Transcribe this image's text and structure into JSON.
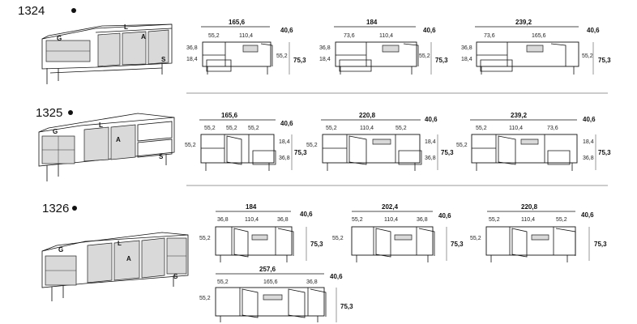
{
  "sections": [
    {
      "code": "1324",
      "perspective_labels": [
        "G",
        "L",
        "A",
        "S"
      ],
      "variants": [
        {
          "width": "165,6",
          "depth": "40,6",
          "top": [
            "55,2",
            "110,4"
          ],
          "left": [
            "36,8",
            "18,4"
          ],
          "right": "55,2",
          "height": "75,3"
        },
        {
          "width": "184",
          "depth": "40,6",
          "top": [
            "73,6",
            "110,4"
          ],
          "left": [
            "36,8",
            "18,4"
          ],
          "right": "55,2",
          "height": "75,3"
        },
        {
          "width": "239,2",
          "depth": "40,6",
          "top": [
            "73,6",
            "165,6"
          ],
          "left": [
            "36,8",
            "18,4"
          ],
          "right": "55,2",
          "height": "75,3"
        }
      ]
    },
    {
      "code": "1325",
      "perspective_labels": [
        "G",
        "L",
        "A",
        "S"
      ],
      "variants": [
        {
          "width": "165,6",
          "depth": "40,6",
          "top": [
            "55,2",
            "55,2",
            "55,2"
          ],
          "left": [
            "55,2"
          ],
          "right": [
            "18,4",
            "36,8"
          ],
          "height": "75,3"
        },
        {
          "width": "220,8",
          "depth": "40,6",
          "top": [
            "55,2",
            "110,4",
            "55,2"
          ],
          "left": [
            "55,2"
          ],
          "right": [
            "18,4",
            "36,8"
          ],
          "height": "75,3"
        },
        {
          "width": "239,2",
          "depth": "40,6",
          "top": [
            "55,2",
            "110,4",
            "73,6"
          ],
          "left": [
            "55,2"
          ],
          "right": [
            "18,4",
            "36,8"
          ],
          "height": "75,3"
        }
      ]
    },
    {
      "code": "1326",
      "perspective_labels": [
        "G",
        "L",
        "A",
        "S"
      ],
      "variants": [
        {
          "width": "184",
          "depth": "40,6",
          "top": [
            "36,8",
            "110,4",
            "36,8"
          ],
          "left": [
            "55,2"
          ],
          "height": "75,3"
        },
        {
          "width": "202,4",
          "depth": "40,6",
          "top": [
            "55,2",
            "110,4",
            "36,8"
          ],
          "left": [
            "55,2"
          ],
          "height": "75,3"
        },
        {
          "width": "220,8",
          "depth": "40,6",
          "top": [
            "55,2",
            "110,4",
            "55,2"
          ],
          "left": [
            "55,2"
          ],
          "height": "75,3"
        },
        {
          "width": "257,6",
          "depth": "40,6",
          "top": [
            "55,2",
            "165,6",
            "36,8"
          ],
          "left": [
            "55,2"
          ],
          "height": "75,3"
        }
      ]
    }
  ]
}
